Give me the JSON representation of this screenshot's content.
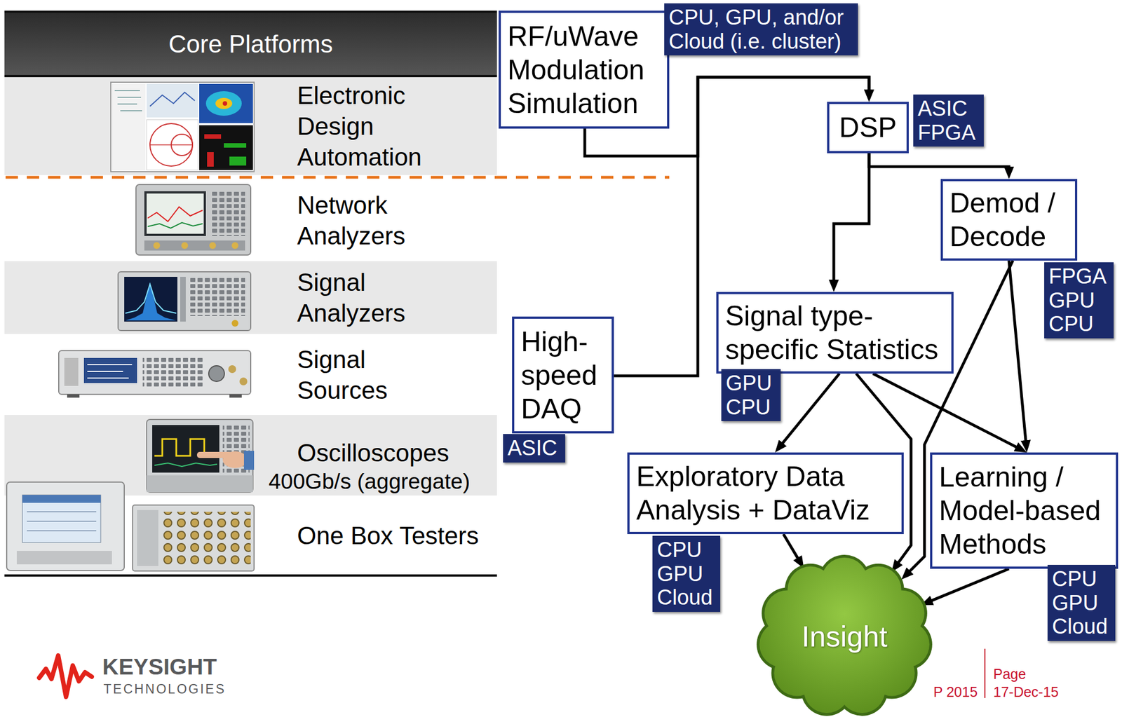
{
  "diagram": {
    "nodes": [
      {
        "text": [
          "Core Platforms"
        ]
      },
      {
        "text": [
          "Electronic Design Automation"
        ]
      },
      {
        "text": [
          "Network Analyzers"
        ]
      },
      {
        "text": [
          "Signal Analyzers"
        ]
      },
      {
        "text": [
          "Signal Sources"
        ]
      },
      {
        "text": [
          "Oscilloscopes",
          "400Gb/s (aggregate)"
        ]
      },
      {
        "text": [
          "One Box Testers"
        ]
      },
      {
        "text": [
          "RF/uWave Modulation Simulation"
        ]
      },
      {
        "text": [
          "CPU, GPU, and/or Cloud (i.e. cluster)"
        ]
      },
      {
        "text": [
          "DSP"
        ]
      },
      {
        "text": [
          "ASIC FPGA"
        ]
      },
      {
        "text": [
          "Demod / Decode"
        ]
      },
      {
        "text": [
          "FPGA GPU CPU"
        ]
      },
      {
        "text": [
          "High- speed DAQ"
        ]
      },
      {
        "text": [
          "ASIC"
        ]
      },
      {
        "text": [
          "Signal type- specific Statistics"
        ]
      },
      {
        "text": [
          "GPU CPU"
        ]
      },
      {
        "text": [
          "Exploratory Data Analysis + DataViz"
        ]
      },
      {
        "text": [
          "CPU GPU Cloud"
        ]
      },
      {
        "text": [
          "Learning / Model-based Methods"
        ]
      },
      {
        "text": [
          "CPU GPU Cloud"
        ]
      },
      {
        "text": [
          "Insight"
        ]
      }
    ],
    "edges": [
      {
        "from": 7,
        "to": 9,
        "arrow": "to"
      },
      {
        "from": 13,
        "to": 9,
        "arrow": "to"
      },
      {
        "from": 9,
        "to": 11,
        "arrow": "to"
      },
      {
        "from": 9,
        "to": 15,
        "arrow": "to"
      },
      {
        "from": 15,
        "to": 17,
        "arrow": "to"
      },
      {
        "from": 15,
        "to": 19,
        "arrow": "to"
      },
      {
        "from": 15,
        "to": 21,
        "arrow": "to"
      },
      {
        "from": 11,
        "to": 19,
        "arrow": "to"
      },
      {
        "from": 11,
        "to": 21,
        "arrow": "to"
      },
      {
        "from": 17,
        "to": 21,
        "arrow": "to"
      },
      {
        "from": 19,
        "to": 21,
        "arrow": "to"
      }
    ],
    "labels": [
      "KEYSIGHT",
      "TECHNOLOGIES",
      "P 2015",
      "Page",
      "17-Dec-15"
    ]
  }
}
